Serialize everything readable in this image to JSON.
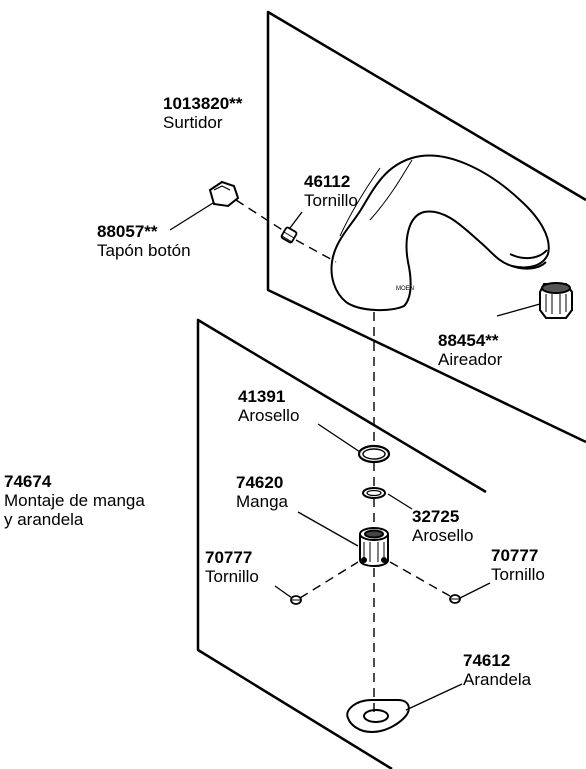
{
  "parts": {
    "spout": {
      "number": "1013820**",
      "name": "Surtidor"
    },
    "button_cap": {
      "number": "88057**",
      "name": "Tapón botón"
    },
    "set_screw": {
      "number": "46112",
      "name": "Tornillo"
    },
    "aerator": {
      "number": "88454**",
      "name": "Aireador"
    },
    "o_ring_large": {
      "number": "41391",
      "name": "Arosello"
    },
    "sleeve_washer_assembly": {
      "number": "74674",
      "name_line1": "Montaje de manga",
      "name_line2": "y arandela"
    },
    "sleeve": {
      "number": "74620",
      "name": "Manga"
    },
    "o_ring_small": {
      "number": "32725",
      "name": "Arosello"
    },
    "screw_left": {
      "number": "70777",
      "name": "Tornillo"
    },
    "screw_right": {
      "number": "70777",
      "name": "Tornillo"
    },
    "washer": {
      "number": "74612",
      "name": "Arandela"
    }
  }
}
